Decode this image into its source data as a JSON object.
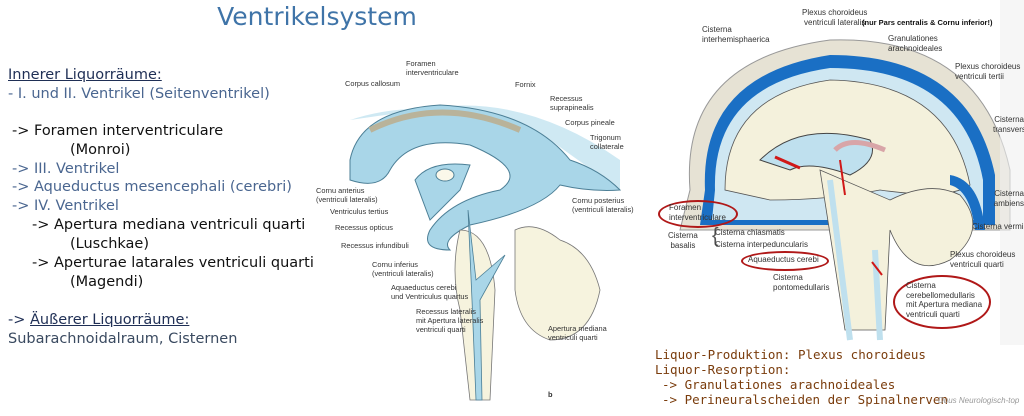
{
  "title": "Ventrikelsystem",
  "left_text": {
    "inner_heading": "Innerer Liquorräume:",
    "line1": "- I. und II. Ventrikel (Seitenventrikel)",
    "line2": "-> Foramen interventriculare",
    "line2b": "(Monroi)",
    "line3": "-> III. Ventrikel",
    "line4": "-> Aqueductus mesencephali (cerebri)",
    "line5": "-> IV. Ventrikel",
    "line6": "-> Apertura mediana ventriculi quarti",
    "line6b": "(Luschkae)",
    "line7": "-> Aperturae latarales ventriculi quarti",
    "line7b": "(Magendi)",
    "outer_prefix": "->",
    "outer_heading": "Äußerer Liquorräume:",
    "outer_line": "Subarachnoidalraum, Cisternen"
  },
  "left_figure_labels": [
    "Foramen",
    "interventriculare",
    "Corpus callosum",
    "Fornix",
    "Recessus",
    "suprapinealis",
    "Corpus pineale",
    "Trigonum",
    "collaterale",
    "Cornu anterius",
    "(ventriculi lateralis)",
    "Ventriculus tertius",
    "Recessus opticus",
    "Cornu posterius",
    "(ventriculi lateralis)",
    "Recessus infundibuli",
    "Cornu inferius",
    "(ventriculi lateralis)",
    "Aquaeductus cerebi",
    "und Ventriculus quartus",
    "Recessus lateralis",
    "mit Apertura lateralis",
    "ventriculi quarti",
    "Apertura mediana",
    "ventriculi quarti",
    "b"
  ],
  "right_figure_labels": {
    "plexus_lat": [
      "Plexus choroideus",
      "ventriculi lateralis"
    ],
    "note": "(nur Pars centralis & Cornu inferior!)",
    "cist_inter": [
      "Cisterna",
      "interhemisphaerica"
    ],
    "granul": [
      "Granulationes",
      "arachnoideales"
    ],
    "plexus_tertii": [
      "Plexus choroideus",
      "ventriculi tertii"
    ],
    "cist_trans": [
      "Cisterna",
      "transversa"
    ],
    "cist_amb": [
      "Cisterna",
      "ambiens"
    ],
    "foramen": [
      "Foramen",
      "interventriculare"
    ],
    "cist_basalis": [
      "Cisterna",
      "basalis"
    ],
    "cist_chiasm": "Cisterna chiasmatis",
    "cist_interped": "Cisterna interpeduncularis",
    "aquaeductus": "Aquaeductus cerebi",
    "cist_vermis": "Cisterna vermis",
    "plexus_quarti": [
      "Plexus choroideus",
      "ventriculi quarti"
    ],
    "cist_ponto": [
      "Cisterna",
      "pontomedullaris"
    ],
    "cist_cerebello": [
      "Cisterna",
      "cerebellomedullaris",
      "mit Apertura mediana",
      "ventriculi quarti"
    ]
  },
  "bottom_text": {
    "line1": "Liquor-Produktion: Plexus choroideus",
    "line2": "Liquor-Resorption:",
    "line3": "-> Granulationes arachnoideales",
    "line4": "-> Perineuralscheiden der Spinalnerven",
    "credit": "Duus Neurologisch-top"
  },
  "colors": {
    "title": "#3f74a8",
    "csf_blue": "#a9d6e8",
    "subarachnoid": "#1a6fc4",
    "highlight_red": "#b01818",
    "brown_text": "#7a3c0c"
  }
}
